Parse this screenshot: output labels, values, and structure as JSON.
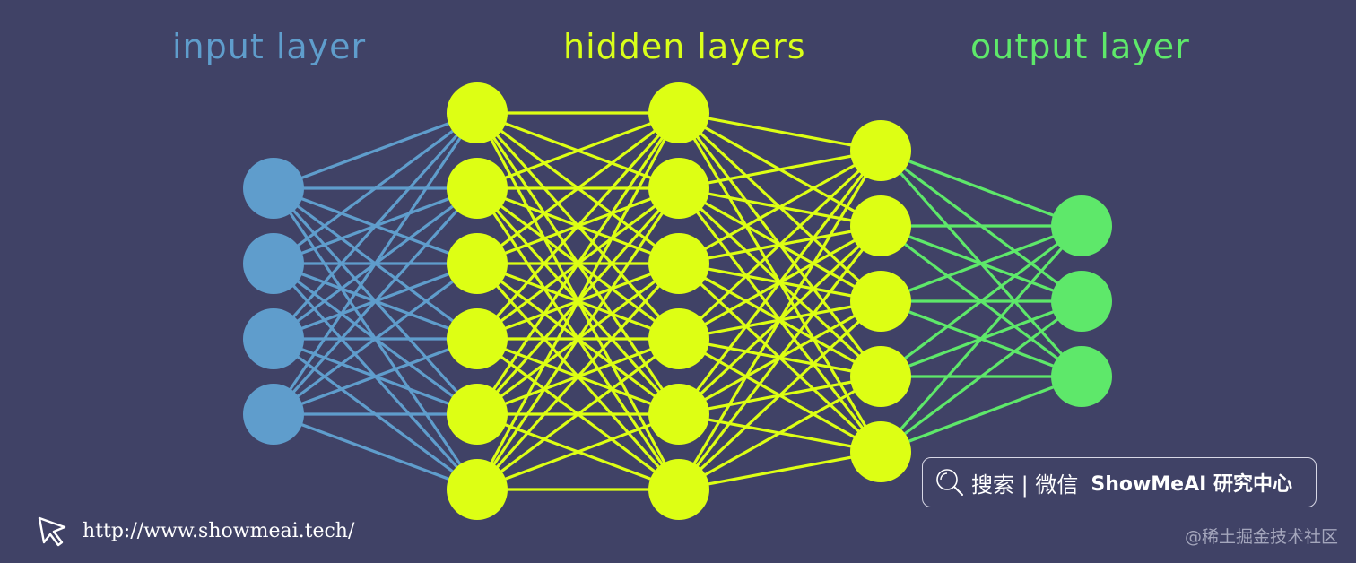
{
  "titles": {
    "input": "input layer",
    "hidden": "hidden layers",
    "output": "output layer"
  },
  "network": {
    "layers": [
      {
        "neurons": 4,
        "color": "#5f9dcc"
      },
      {
        "neurons": 6,
        "color": "#ddff14"
      },
      {
        "neurons": 6,
        "color": "#ddff14"
      },
      {
        "neurons": 5,
        "color": "#ddff14"
      },
      {
        "neurons": 3,
        "color": "#5ee86a"
      }
    ],
    "connection_colors": [
      "#5f9dcc",
      "#ddff14",
      "#ddff14",
      "#5ee86a"
    ]
  },
  "search_banner": {
    "prefix": "搜索 | 微信",
    "brand": "ShowMeAI 研究中心"
  },
  "footer": {
    "url": "http://www.showmeai.tech/",
    "watermark": "@稀土掘金技术社区"
  },
  "colors": {
    "background": "#404266"
  },
  "icons": [
    "search-icon",
    "cursor-icon"
  ]
}
